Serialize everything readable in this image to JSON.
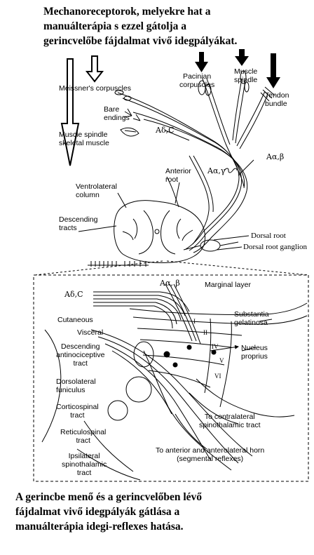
{
  "top_text": {
    "line1": "Mechanoreceptorok, melyekre hat a",
    "line2": "manuálterápia s ezzel gátolja a",
    "line3": "gerincvelőbe  fájdalmat vivő idegpályákat."
  },
  "upper_labels": {
    "meissner": "Meissner's corpuscles",
    "bare_endings_1": "Bare",
    "bare_endings_2": "endings",
    "adelta_c_upper": "Aδ,C",
    "muscle_spindle_skeletal_1": "Muscle spindle",
    "muscle_spindle_skeletal_2": "skeletal muscle",
    "pacinian_1": "Pacinian",
    "pacinian_2": "corpuscles",
    "muscle_spindle_1": "Muscle",
    "muscle_spindle_2": "spindle",
    "tendon_1": "Tendon",
    "tendon_2": "bundle",
    "aalpha_beta_upper": "Aα,β",
    "aalpha_gamma": "Aα,γ",
    "anterior_root_1": "Anterior",
    "anterior_root_2": "root",
    "ventrolateral_1": "Ventrolateral",
    "ventrolateral_2": "column",
    "descending_1": "Descending",
    "descending_2": "tracts",
    "dorsal_root": "Dorsal root",
    "dorsal_root_ganglion": "Dorsal root ganglion"
  },
  "lower_labels": {
    "adelta_c_lower": "Aδ,C",
    "aalpha_beta_lower": "Aα, β",
    "marginal_layer": "Marginal layer",
    "cutaneous": "Cutaneous",
    "visceral": "Visceral",
    "substantia_1": "Substantia",
    "substantia_2": "gelatinosa",
    "desc_antino_1": "Descending",
    "desc_antino_2": "antinociceptive",
    "desc_antino_3": "tract",
    "nucleus_1": "Nucleus",
    "nucleus_2": "proprius",
    "dorsolateral_1": "Dorsolateral",
    "dorsolateral_2": "funiculus",
    "corticospinal_1": "Corticospinal",
    "corticospinal_2": "tract",
    "reticulospinal_1": "Reticulospinal",
    "reticulospinal_2": "tract",
    "ipsilateral_1": "Ipsilateral",
    "ipsilateral_2": "spinothalamic",
    "ipsilateral_3": "tract",
    "contralateral_1": "To contralateral",
    "contralateral_2": "spinothalamic tract",
    "anterior_horn_1": "To anterior and anterolateral horn",
    "anterior_horn_2": "(segmental reflexes)",
    "lamina_i": "I",
    "lamina_ii": "II",
    "lamina_iv": "IV",
    "lamina_v": "V",
    "lamina_vi": "VI"
  },
  "caption": {
    "line1": "A gerincbe menő és a gerincvelőben lévő",
    "line2": "fájdalmat vivő idegpályák gátlása a",
    "line3": "manuálterápia idegi-reflexes hatása."
  }
}
